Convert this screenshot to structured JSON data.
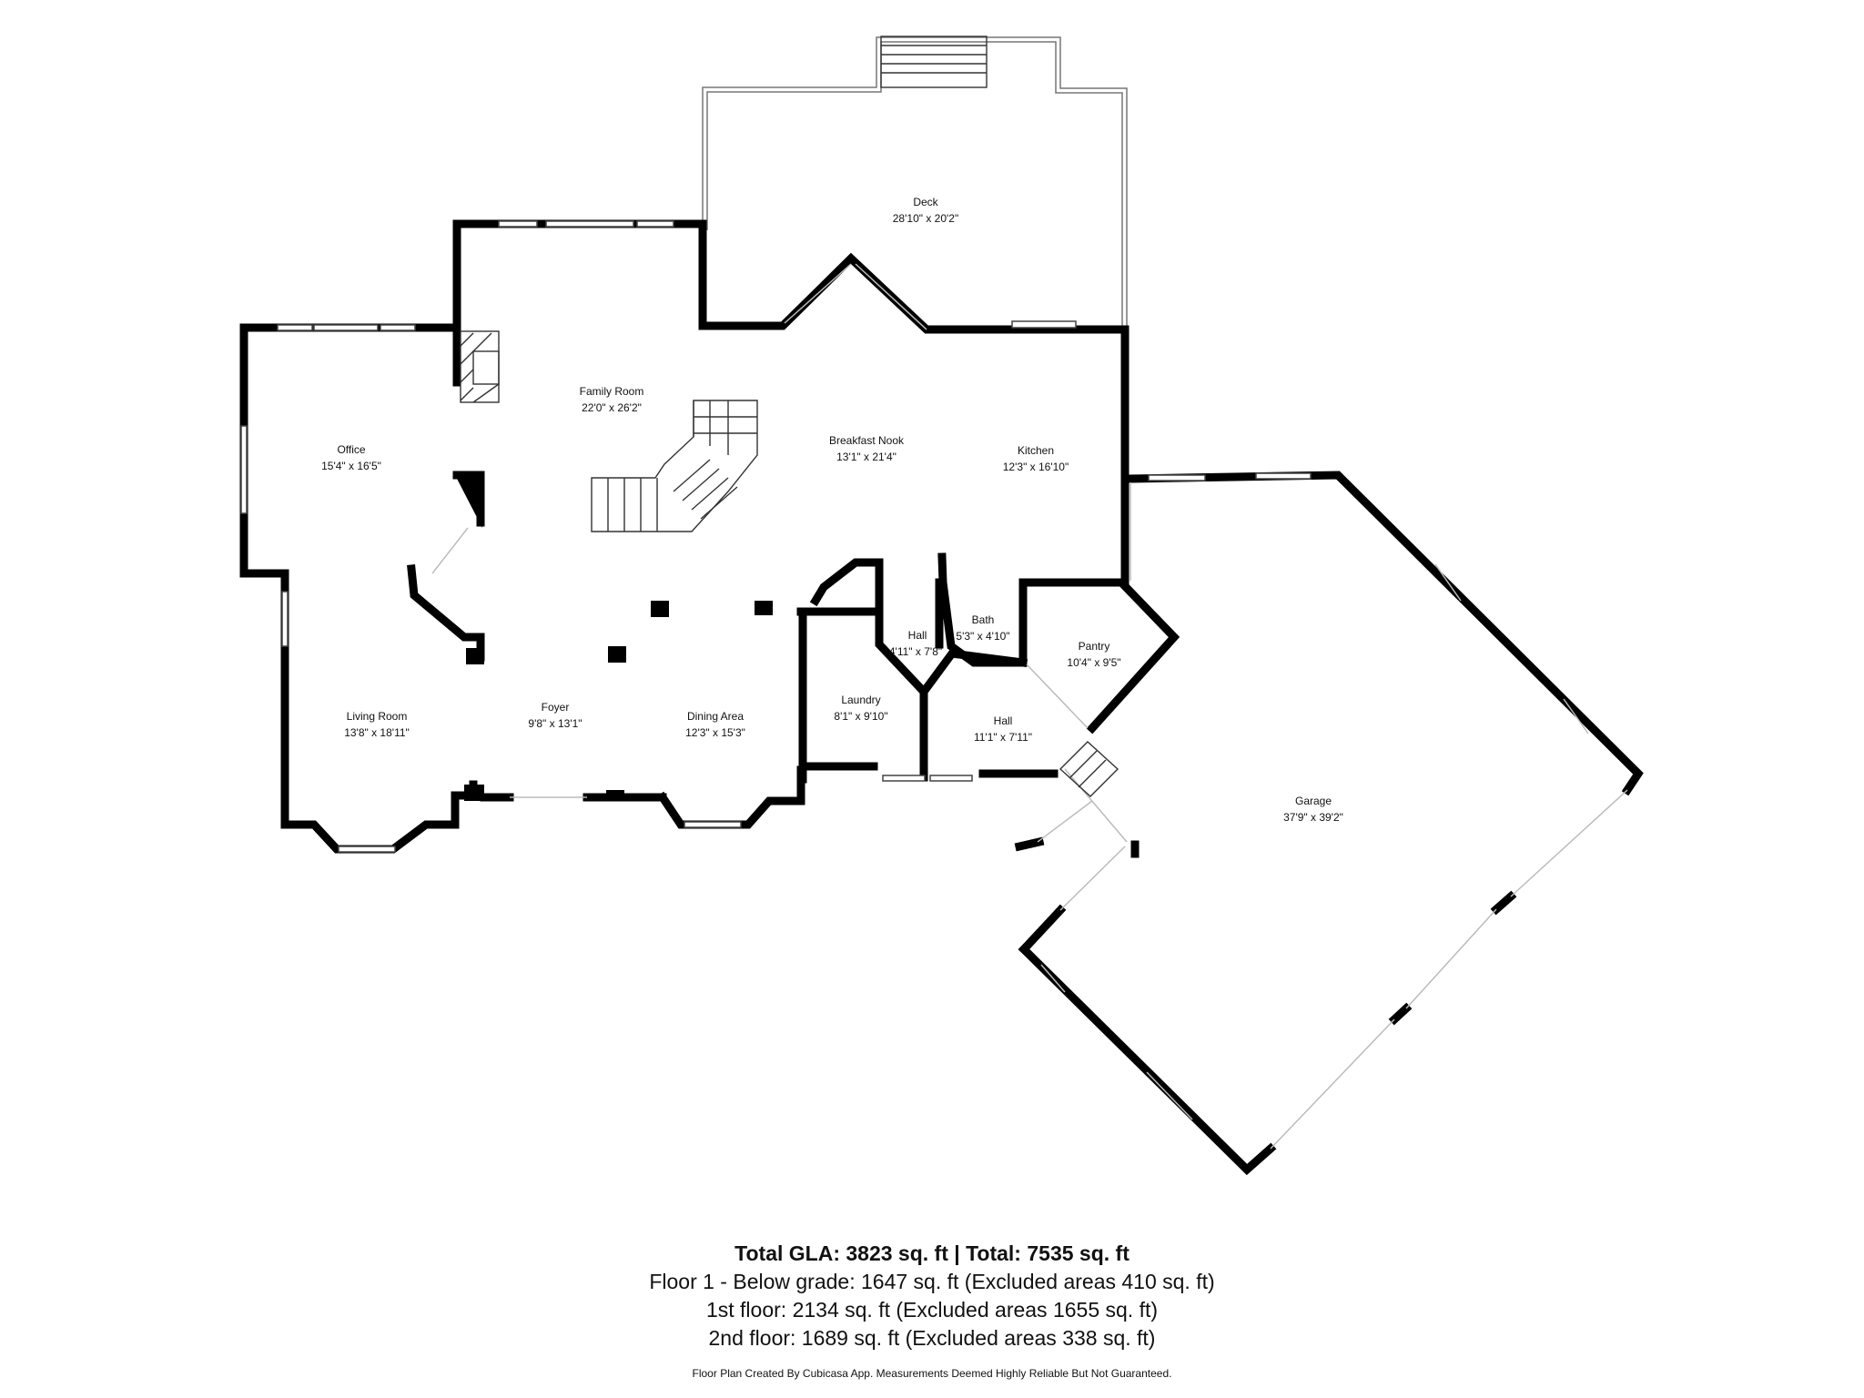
{
  "rooms": {
    "deck": {
      "name": "Deck",
      "dims": "28'10\" x 20'2\""
    },
    "family_room": {
      "name": "Family Room",
      "dims": "22'0\" x 26'2\""
    },
    "office": {
      "name": "Office",
      "dims": "15'4\" x 16'5\""
    },
    "breakfast_nook": {
      "name": "Breakfast Nook",
      "dims": "13'1\" x 21'4\""
    },
    "kitchen": {
      "name": "Kitchen",
      "dims": "12'3\" x 16'10\""
    },
    "hall_upper": {
      "name": "Hall",
      "dims": "4'11\" x 7'8\""
    },
    "bath": {
      "name": "Bath",
      "dims": "5'3\" x 4'10\""
    },
    "pantry": {
      "name": "Pantry",
      "dims": "10'4\" x 9'5\""
    },
    "living_room": {
      "name": "Living Room",
      "dims": "13'8\" x 18'11\""
    },
    "foyer": {
      "name": "Foyer",
      "dims": "9'8\" x 13'1\""
    },
    "dining_area": {
      "name": "Dining Area",
      "dims": "12'3\" x 15'3\""
    },
    "laundry": {
      "name": "Laundry",
      "dims": "8'1\" x 9'10\""
    },
    "hall_lower": {
      "name": "Hall",
      "dims": "11'1\" x 7'11\""
    },
    "garage": {
      "name": "Garage",
      "dims": "37'9\" x 39'2\""
    }
  },
  "summary": {
    "total": "Total GLA: 3823 sq. ft | Total: 7535 sq. ft",
    "floor1": "Floor 1 - Below grade: 1647 sq. ft (Excluded areas 410 sq. ft)",
    "floor2": "1st floor: 2134 sq. ft (Excluded areas 1655 sq. ft)",
    "floor3": "2nd floor: 1689 sq. ft (Excluded areas 338 sq. ft)"
  },
  "footer": "Floor Plan Created By Cubicasa App. Measurements Deemed Highly Reliable But Not Guaranteed."
}
